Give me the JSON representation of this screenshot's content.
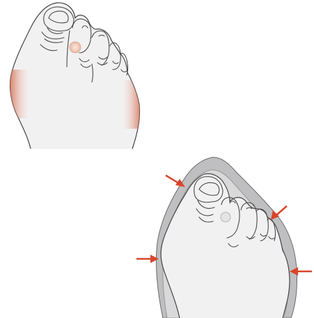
{
  "illustration": {
    "colors": {
      "background": "#ffffff",
      "skin": "#f1f1f2",
      "outline": "#444444",
      "shoe_outer": "#bfbfc1",
      "shoe_inner": "#d9d9da",
      "inflammation": "#d8866a",
      "corn": "#f0c8b8",
      "arrow": "#d8452a"
    },
    "panels": [
      {
        "name": "bare-foot",
        "highlights": [
          "bunion-left-side",
          "bunionette-right-side",
          "corn-on-second-toe"
        ]
      },
      {
        "name": "foot-in-pointed-shoe",
        "pressure_arrows": 4
      }
    ]
  }
}
